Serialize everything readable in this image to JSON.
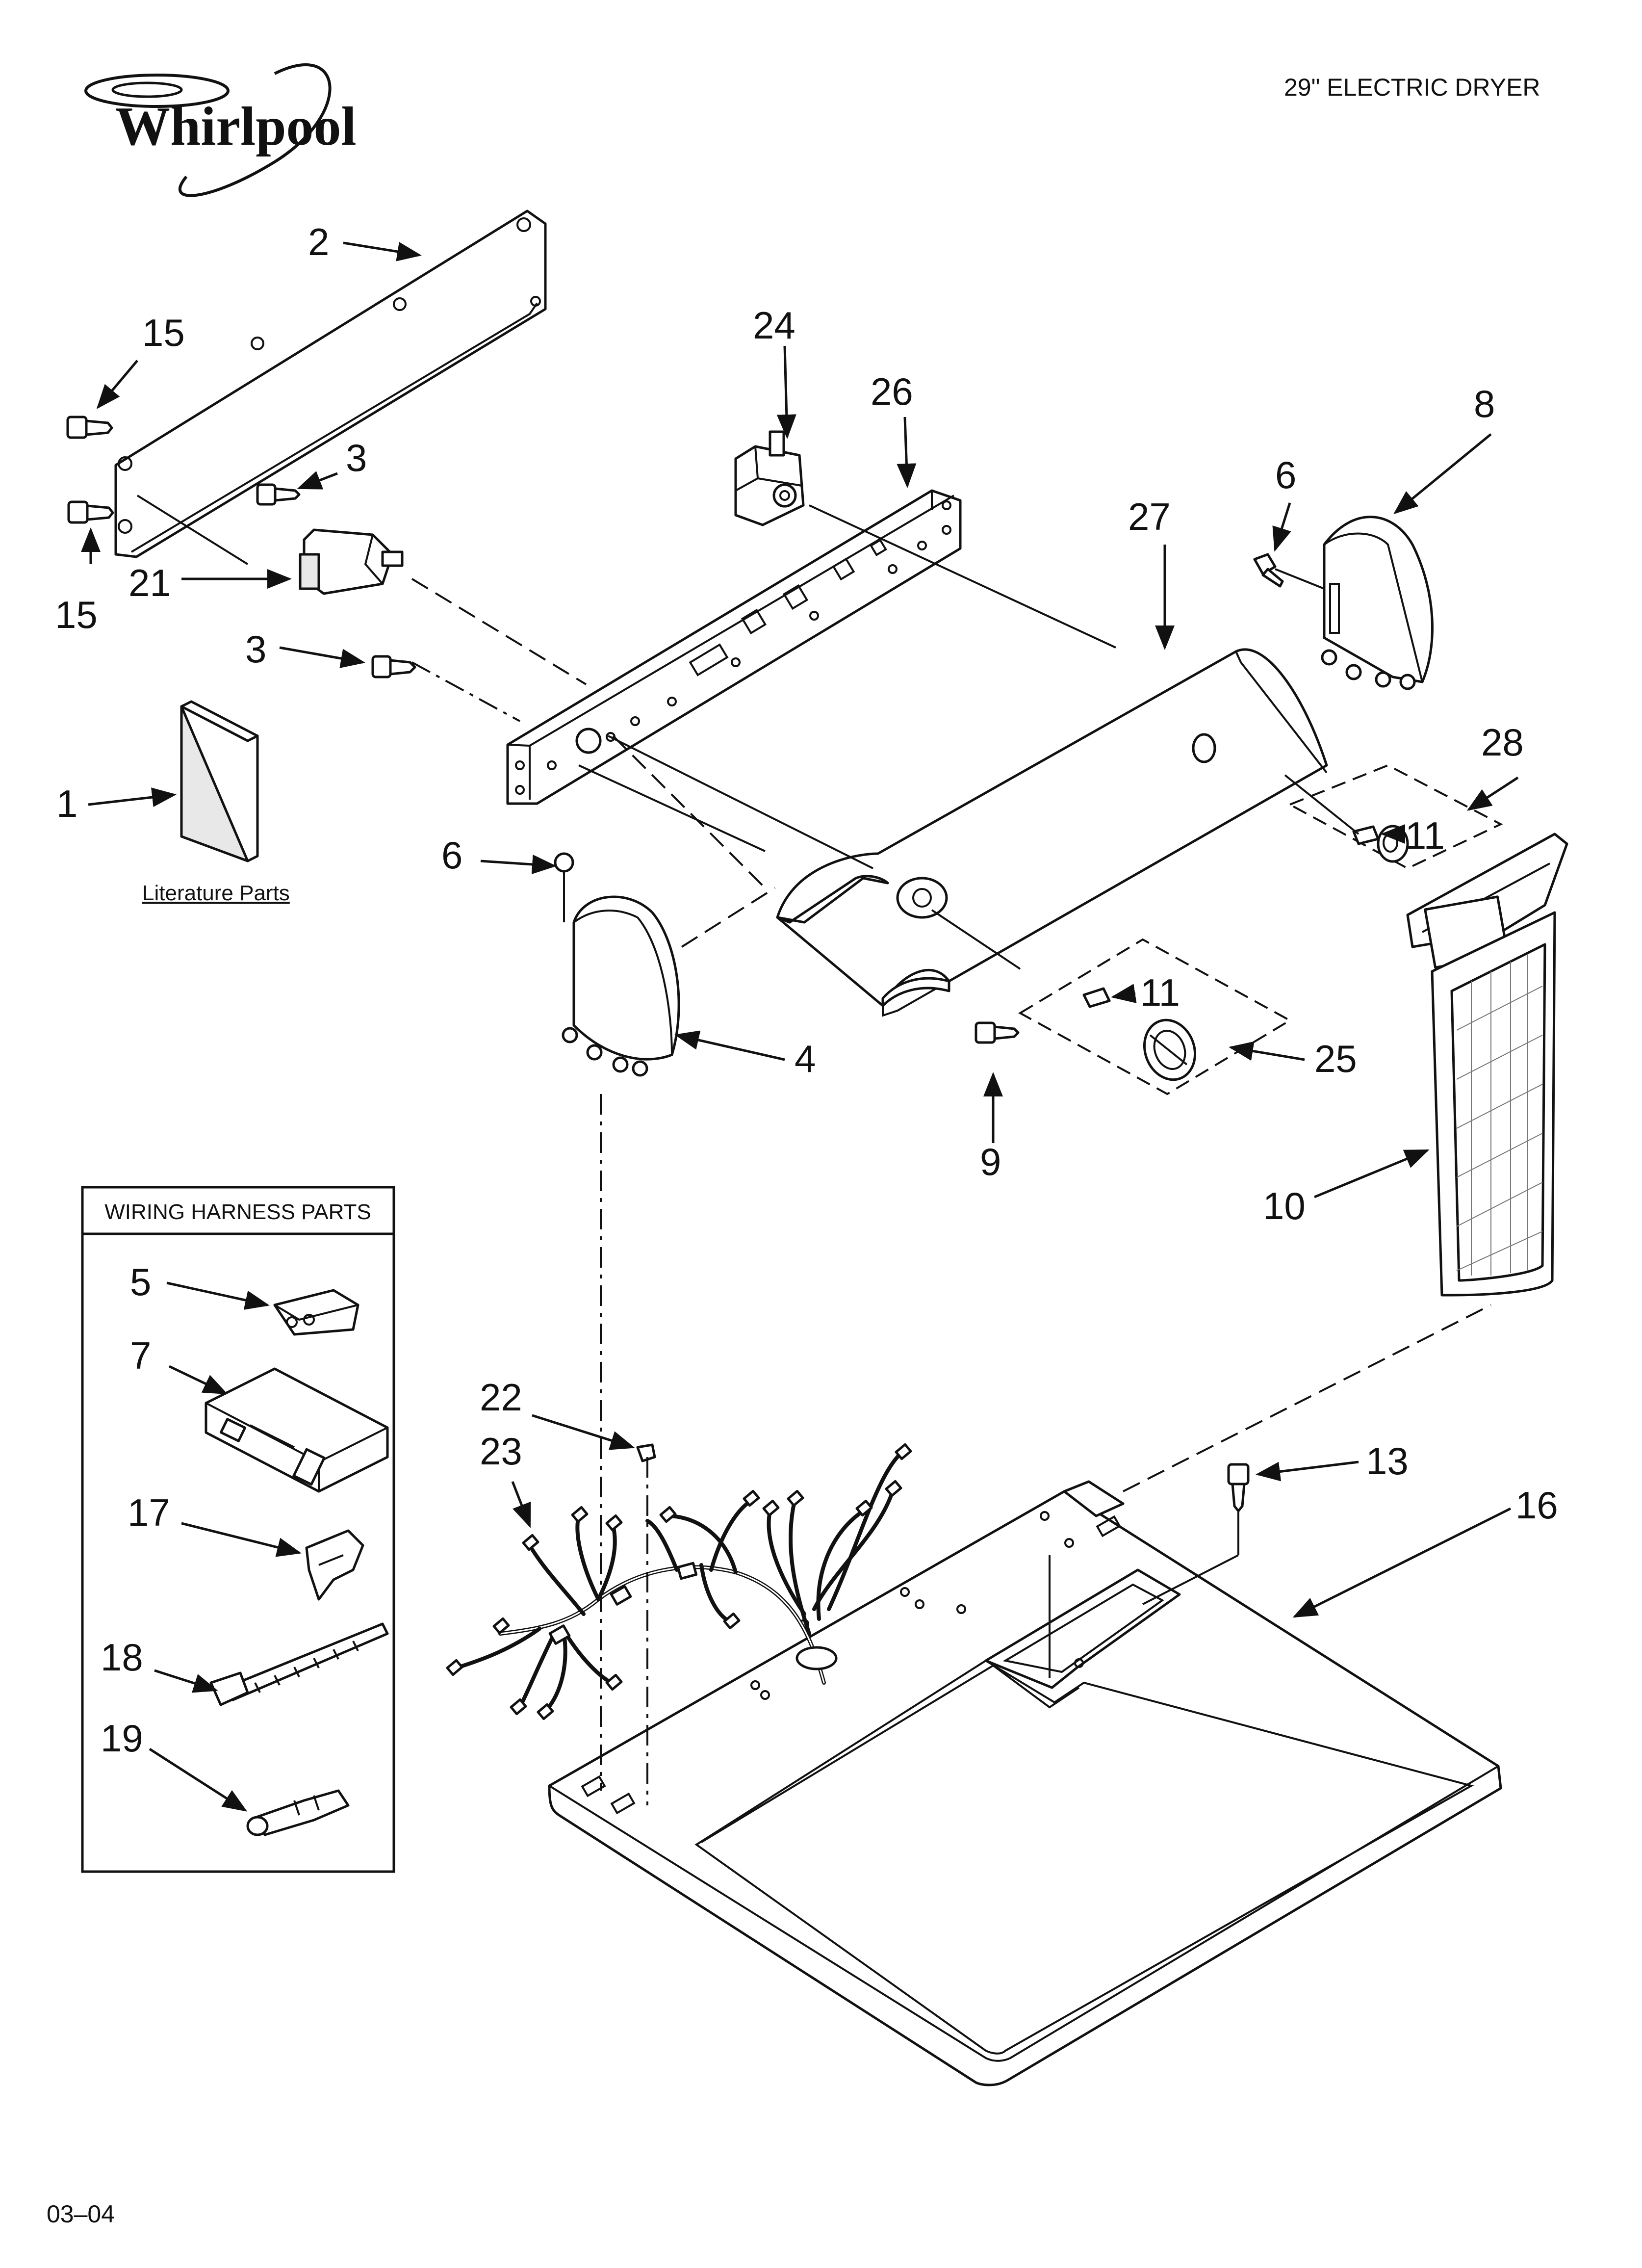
{
  "header": {
    "brand_logo": "Whirlpool",
    "product_title": "29\" ELECTRIC DRYER"
  },
  "footer": {
    "doc_code": "03–04"
  },
  "labels": {
    "literature": "Literature Parts",
    "wiring_box_title": "WIRING HARNESS PARTS"
  },
  "callouts": {
    "c1": "1",
    "c2": "2",
    "c3a": "3",
    "c3b": "3",
    "c4": "4",
    "c5": "5",
    "c6a": "6",
    "c6b": "6",
    "c7": "7",
    "c8": "8",
    "c9": "9",
    "c10": "10",
    "c11a": "11",
    "c11b": "11",
    "c13": "13",
    "c15a": "15",
    "c15b": "15",
    "c16": "16",
    "c17": "17",
    "c18": "18",
    "c19": "19",
    "c21": "21",
    "c22": "22",
    "c23": "23",
    "c24": "24",
    "c25": "25",
    "c26": "26",
    "c27": "27",
    "c28": "28"
  },
  "icons": {
    "logo": "whirlpool-swirl-logo"
  }
}
